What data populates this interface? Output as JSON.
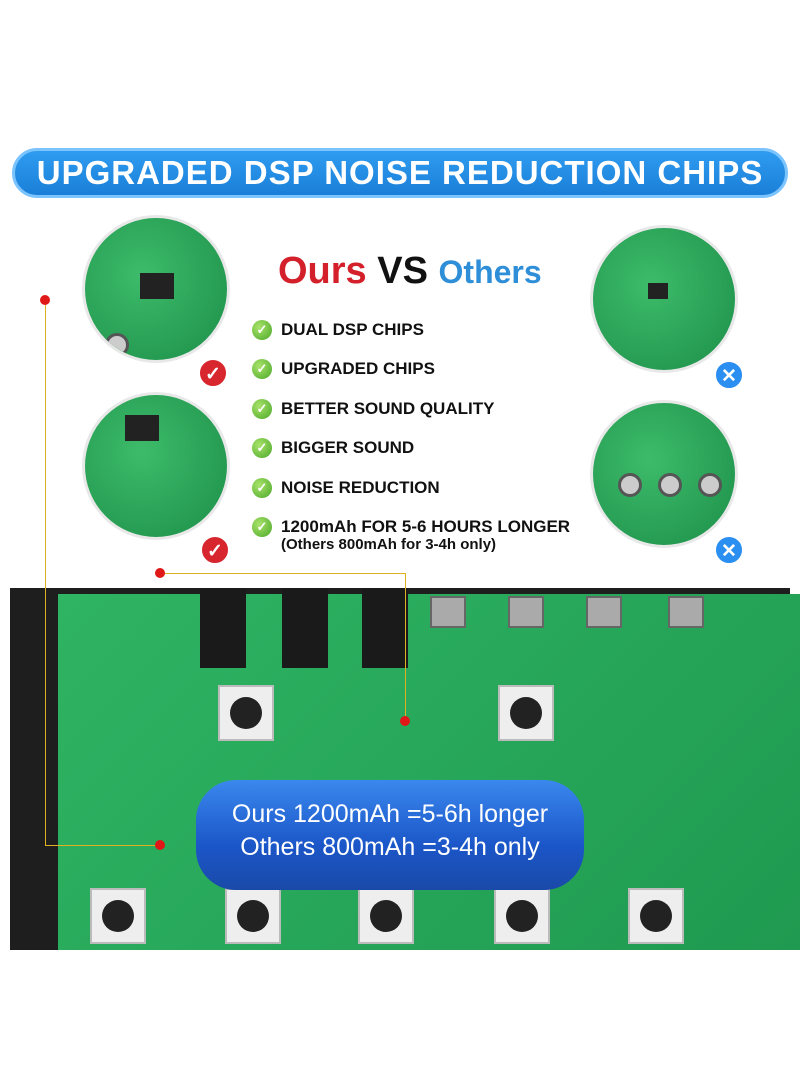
{
  "banner": "UPGRADED DSP NOISE REDUCTION CHIPS",
  "title": {
    "ours": "Ours",
    "vs": "VS",
    "others": "Others"
  },
  "features": [
    "DUAL DSP CHIPS",
    "UPGRADED CHIPS",
    "BETTER SOUND QUALITY",
    "BIGGER SOUND",
    "NOISE REDUCTION",
    "1200mAh  FOR 5-6 HOURS LONGER"
  ],
  "feature_note": "(Others 800mAh for 3-4h only)",
  "battery": {
    "line1": "Ours 1200mAh =5-6h longer",
    "line2": "Others 800mAh =3-4h only"
  },
  "badges": {
    "ours": "✓",
    "others": "✕"
  },
  "colors": {
    "banner": "#1a7fd8",
    "ours": "#d4202a",
    "others": "#2e8fd8",
    "pcb": "#1f9a50"
  }
}
